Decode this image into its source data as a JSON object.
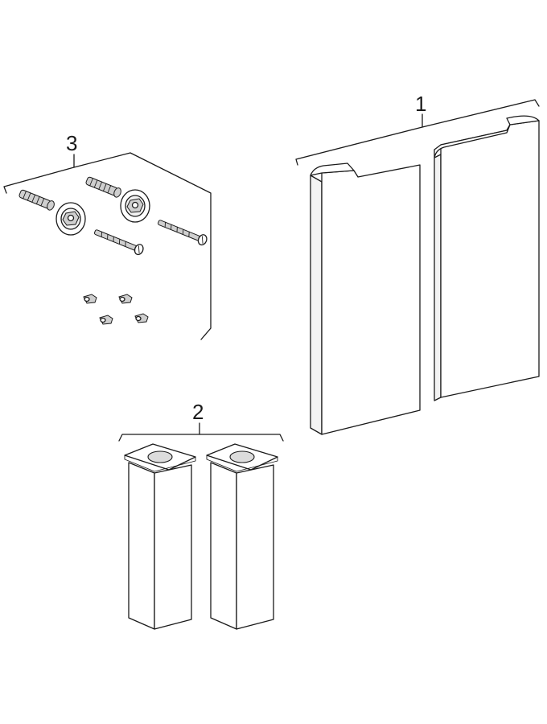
{
  "callouts": [
    {
      "id": "1",
      "label": "1"
    },
    {
      "id": "2",
      "label": "2"
    },
    {
      "id": "3",
      "label": "3"
    }
  ],
  "parts": [
    {
      "callout": "1",
      "name": "cover-panels",
      "count": 2
    },
    {
      "callout": "2",
      "name": "square-legs",
      "count": 2
    },
    {
      "callout": "3",
      "name": "fixing-kit",
      "items": {
        "wall-plugs": 2,
        "washers": 2,
        "screws": 2,
        "clips": 4
      }
    }
  ],
  "colors": {
    "line": "#1a1a1a",
    "background": "#ffffff",
    "metal": "#cfcfcf"
  }
}
